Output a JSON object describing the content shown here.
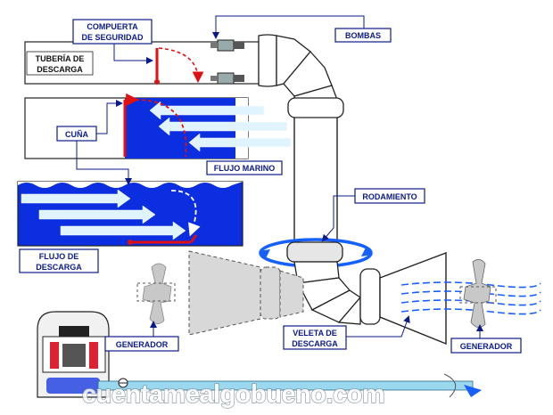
{
  "labels": {
    "compuerta": [
      "COMPUERTA",
      "DE SEGURIDAD"
    ],
    "bombas": "BOMBAS",
    "tuberia": [
      "TUBERÍA DE",
      "DESCARGA"
    ],
    "cuna": "CUÑA",
    "flujo_marino": "FLUJO MARINO",
    "rodamiento": "RODAMIENTO",
    "flujo_descarga": [
      "FLUJO DE",
      "DESCARGA"
    ],
    "generador_left": "GENERADOR",
    "veleta": [
      "VELETA DE",
      "DESCARGA"
    ],
    "generador_right": "GENERADOR"
  },
  "watermark": "cuentamealgobueno.com",
  "colors": {
    "label_text": "#0a1a8a",
    "label_border": "#0a1a8a",
    "water": "#0b2fe0",
    "arrow_fill": "#dff4ff",
    "gate": "#e01010",
    "bearing_arrow": "#1560ff",
    "pipe_fill": "#ffffff",
    "pipe_stroke": "#222222",
    "ghost": "#cfcfcf"
  },
  "icons": [
    "pump-icon",
    "gate-icon",
    "rotation-arrow-icon",
    "turbine-icon",
    "generator-icon"
  ]
}
